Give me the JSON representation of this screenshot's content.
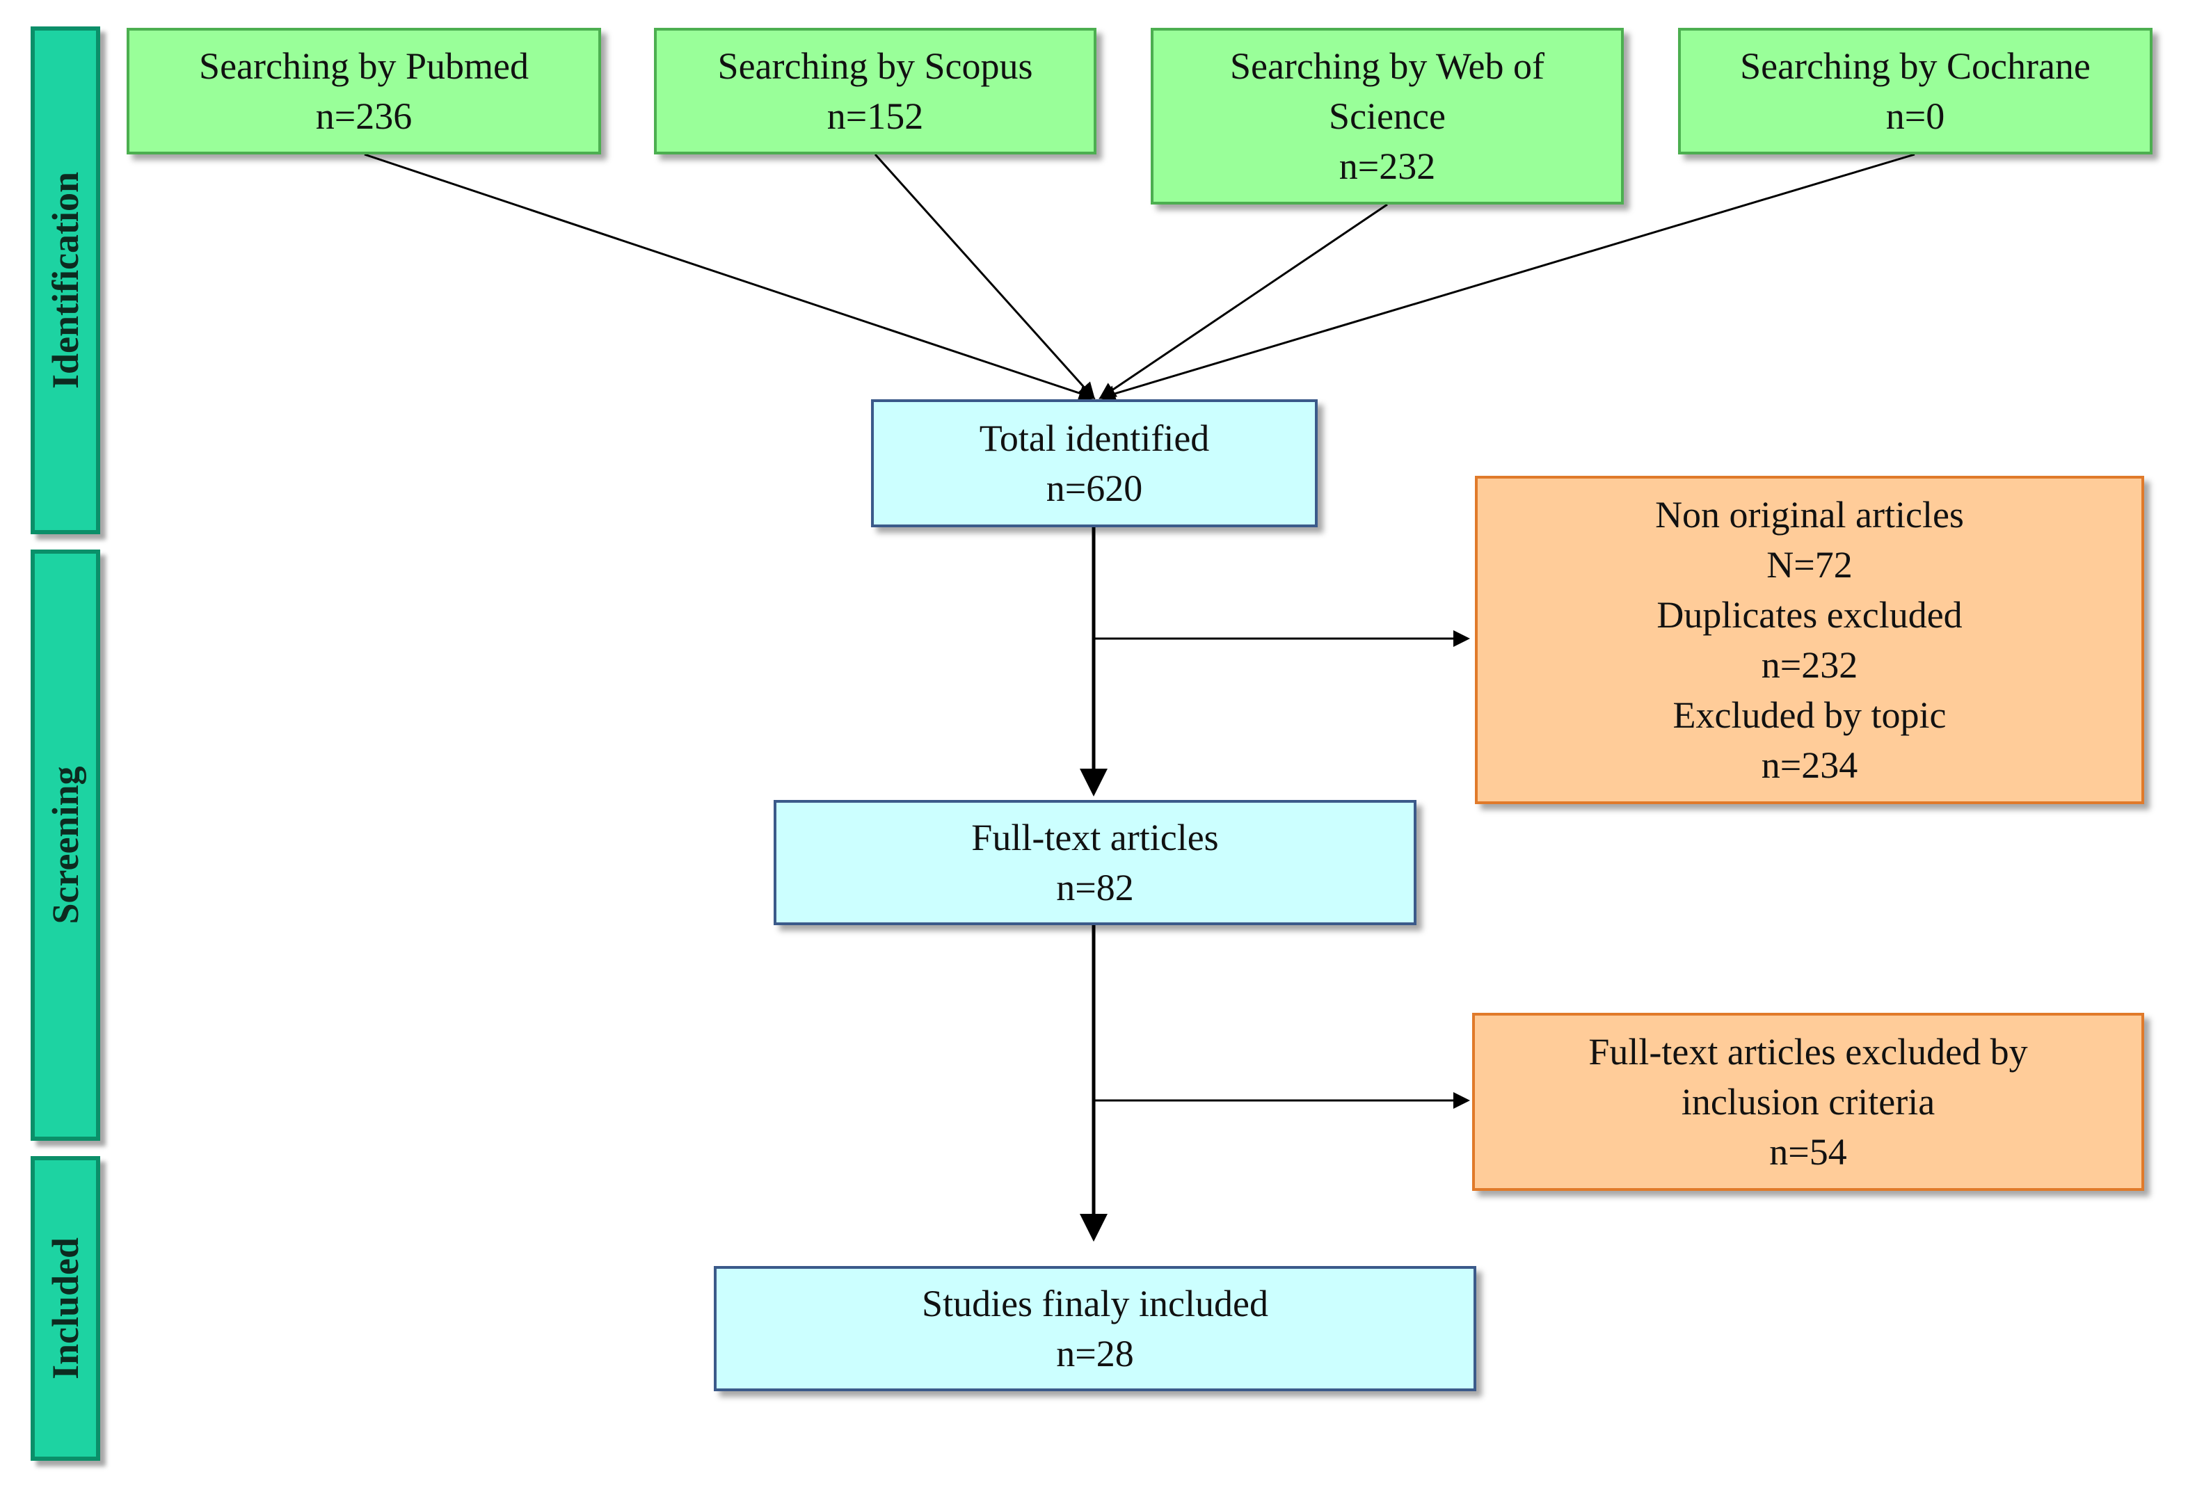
{
  "phases": {
    "identification": "Identification",
    "screening": "Screening",
    "included": "Included"
  },
  "sources": {
    "pubmed": {
      "label": "Searching by Pubmed",
      "count": "n=236"
    },
    "scopus": {
      "label": "Searching by Scopus",
      "count": "n=152"
    },
    "wos": {
      "label_line1": "Searching by Web of",
      "label_line2": "Science",
      "count": "n=232"
    },
    "cochrane": {
      "label": "Searching by Cochrane",
      "count": "n=0"
    }
  },
  "total": {
    "label": "Total identified",
    "count": "n=620"
  },
  "fulltext": {
    "label": "Full-text articles",
    "count": "n=82"
  },
  "final": {
    "label": "Studies finaly included",
    "count": "n=28"
  },
  "excluded1": {
    "line1": "Non original articles",
    "line2": "N=72",
    "line3": "Duplicates excluded",
    "line4": "n=232",
    "line5": "Excluded by topic",
    "line6": "n=234"
  },
  "excluded2": {
    "line1": "Full-text articles excluded by",
    "line2": "inclusion criteria",
    "line3": "n=54"
  },
  "colors": {
    "phase_fill": "#1dd3a2",
    "source_fill": "#99ff99",
    "main_fill": "#ccffff",
    "excluded_fill": "#ffcc99"
  }
}
